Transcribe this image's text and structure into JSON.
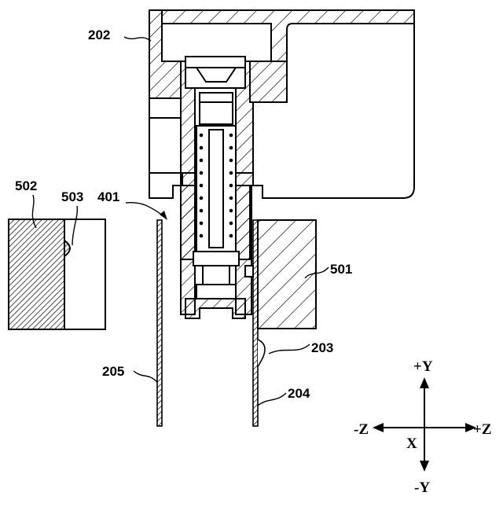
{
  "labels": {
    "l202": "202",
    "l502": "502",
    "l503": "503",
    "l401": "401",
    "l501": "501",
    "l203": "203",
    "l205": "205",
    "l204": "204"
  },
  "axes": {
    "plus_y": "+Y",
    "minus_y": "-Y",
    "plus_z": "+Z",
    "minus_z": "-Z",
    "x": "X"
  }
}
